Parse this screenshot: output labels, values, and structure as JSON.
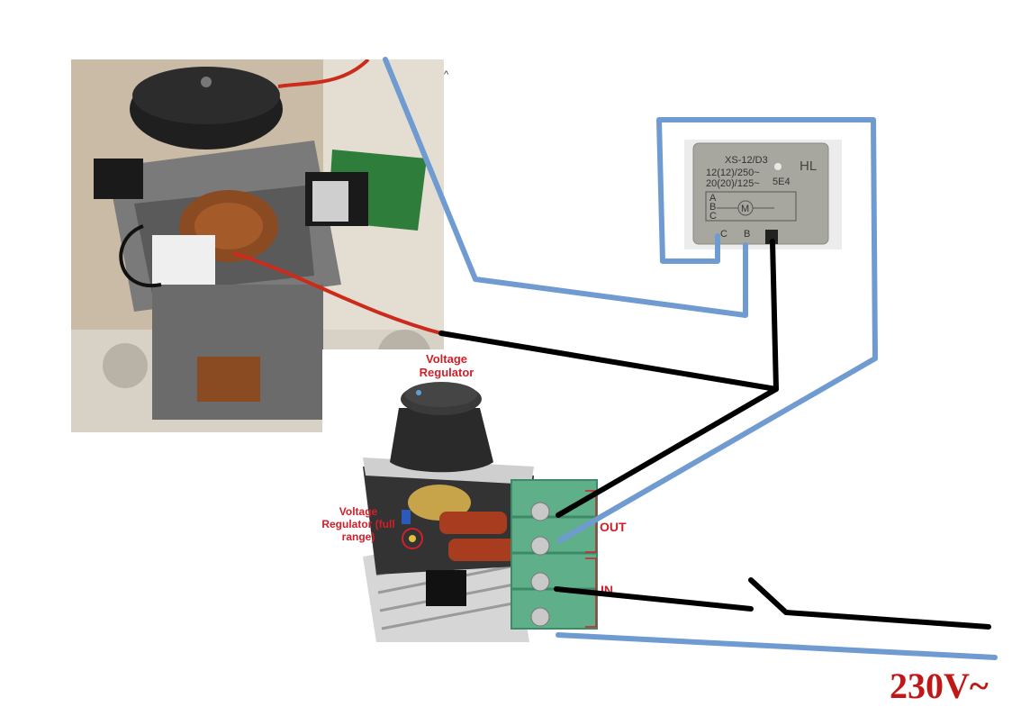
{
  "labels": {
    "voltage_regulator": "Voltage Regulator",
    "voltage_regulator_full": "Voltage Regulator (full range)",
    "out": "OUT",
    "in": "IN",
    "supply": "230V~"
  },
  "relay": {
    "model": "XS-12/D3",
    "rating1": "12(12)/250~",
    "rating2": "20(20)/125~",
    "brand": "HL",
    "code": "5E4",
    "pins": [
      "A",
      "B",
      "C"
    ],
    "bottom_pins": [
      "C",
      "B"
    ],
    "motor_symbol": "M"
  },
  "colors": {
    "blue_wire": "#6f9bd1",
    "black_wire": "#000000",
    "red_wire": "#cc2a1a",
    "label_red": "#d0202a",
    "terminal_green": "#5fb08a"
  }
}
